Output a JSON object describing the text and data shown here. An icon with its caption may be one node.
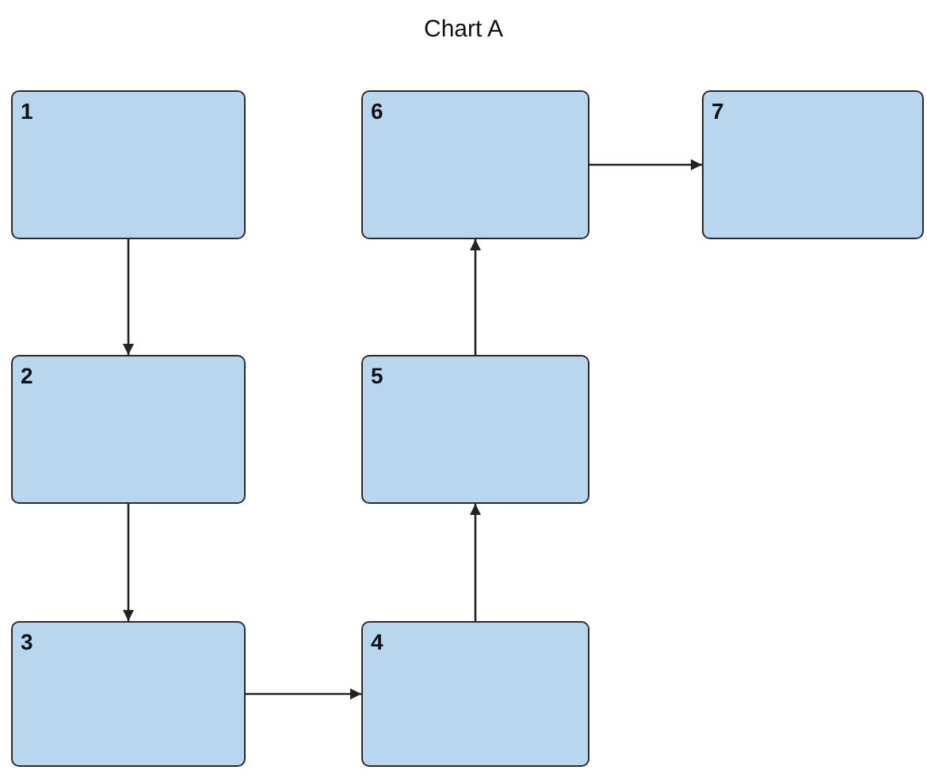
{
  "diagram": {
    "title": "Chart A",
    "nodes": [
      {
        "text": [
          "1"
        ]
      },
      {
        "text": [
          "2"
        ]
      },
      {
        "text": [
          "3"
        ]
      },
      {
        "text": [
          "4"
        ]
      },
      {
        "text": [
          "5"
        ]
      },
      {
        "text": [
          "6"
        ]
      },
      {
        "text": [
          "7"
        ]
      }
    ],
    "edges": [
      {
        "from": 0,
        "to": 1,
        "arrow": "to"
      },
      {
        "from": 1,
        "to": 2,
        "arrow": "to"
      },
      {
        "from": 2,
        "to": 3,
        "arrow": "to"
      },
      {
        "from": 3,
        "to": 4,
        "arrow": "to"
      },
      {
        "from": 4,
        "to": 5,
        "arrow": "to"
      },
      {
        "from": 5,
        "to": 6,
        "arrow": "to"
      }
    ]
  }
}
